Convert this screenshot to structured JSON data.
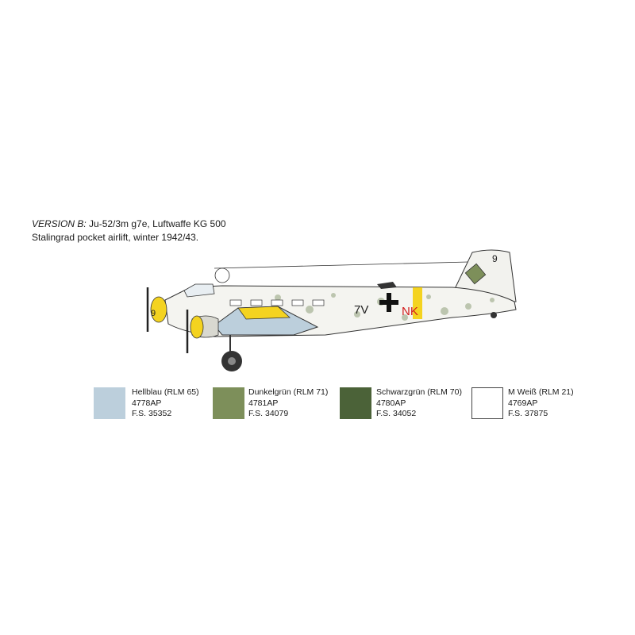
{
  "caption": {
    "version_label": "VERSION B:",
    "line1_rest": " Ju-52/3m g7e, Luftwaffe KG 500",
    "line2": "Stalingrad pocket airlift, winter 1942/43."
  },
  "aircraft": {
    "tail_number": "9",
    "nose_number": "9",
    "code_left": "7V",
    "code_right": "NK"
  },
  "paints": [
    {
      "name": "Hellblau (RLM 65)",
      "code": "4778AP",
      "fs": "F.S. 35352",
      "color": "#bccfdc"
    },
    {
      "name": "Dunkelgrün (RLM 71)",
      "code": "4781AP",
      "fs": "F.S. 34079",
      "color": "#7d8f5a"
    },
    {
      "name": "Schwarzgrün (RLM 70)",
      "code": "4780AP",
      "fs": "F.S. 34052",
      "color": "#4b6238"
    },
    {
      "name": "M Weiß (RLM 21)",
      "code": "4769AP",
      "fs": "F.S. 37875",
      "color": "#ffffff"
    }
  ]
}
